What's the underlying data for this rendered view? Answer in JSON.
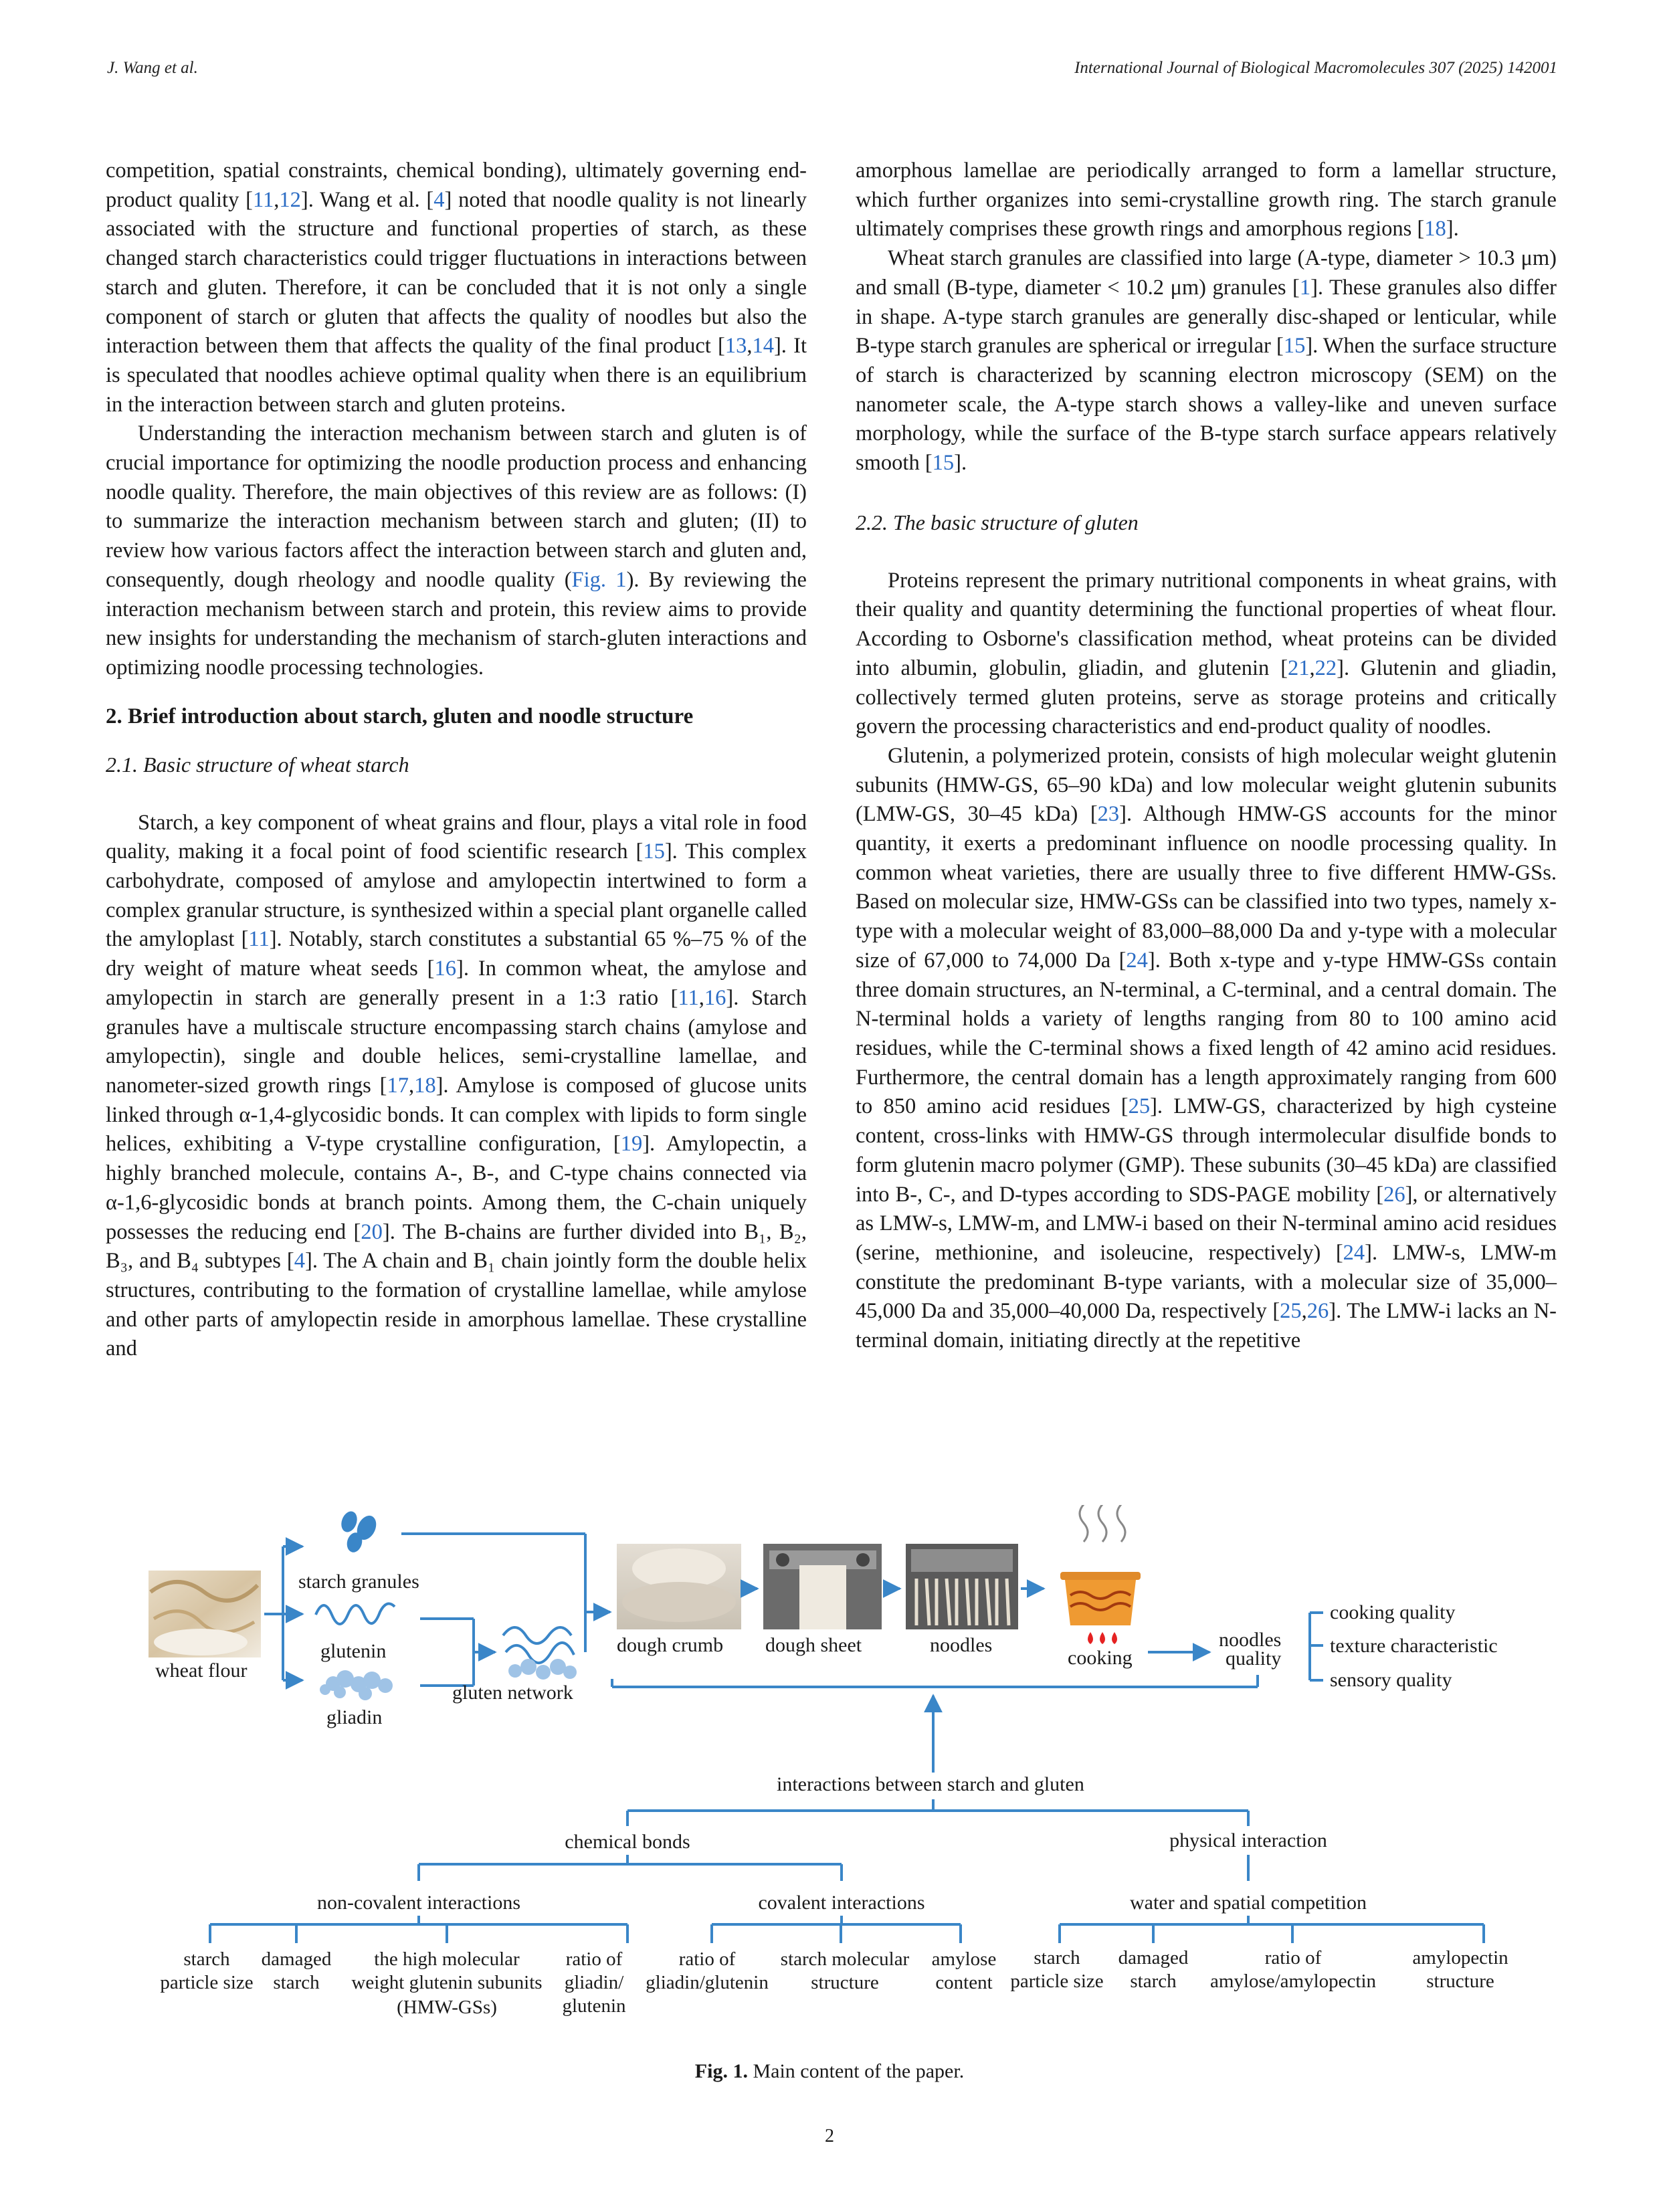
{
  "header": {
    "left": "J. Wang et al.",
    "right": "International Journal of Biological Macromolecules 307 (2025) 142001"
  },
  "left_column": {
    "p1": [
      {
        "t": "competition, spatial constraints, chemical bonding), ultimately governing end-product quality ["
      },
      {
        "r": "11"
      },
      {
        "t": ","
      },
      {
        "r": "12"
      },
      {
        "t": "]. Wang et al. ["
      },
      {
        "r": "4"
      },
      {
        "t": "] noted that noodle quality is not linearly associated with the structure and functional properties of starch, as these changed starch characteristics could trigger fluctuations in interactions between starch and gluten. Therefore, it can be concluded that it is not only a single component of starch or gluten that affects the quality of noodles but also the interaction between them that affects the quality of the final product ["
      },
      {
        "r": "13"
      },
      {
        "t": ","
      },
      {
        "r": "14"
      },
      {
        "t": "]. It is speculated that noodles achieve optimal quality when there is an equilibrium in the interaction between starch and gluten proteins."
      }
    ],
    "p2": [
      {
        "t": "Understanding the interaction mechanism between starch and gluten is of crucial importance for optimizing the noodle production process and enhancing noodle quality. Therefore, the main objectives of this review are as follows: (I) to summarize the interaction mechanism between starch and gluten; (II) to review how various factors affect the interaction between starch and gluten and, consequently, dough rheology and noodle quality ("
      },
      {
        "r": "Fig. 1"
      },
      {
        "t": "). By reviewing the interaction mechanism between starch and protein, this review aims to provide new insights for understanding the mechanism of starch-gluten interactions and optimizing noodle processing technologies."
      }
    ],
    "section2": "2.  Brief introduction about starch, gluten and noodle structure",
    "section21": "2.1.  Basic structure of wheat starch",
    "p3": [
      {
        "t": "Starch, a key component of wheat grains and flour, plays a vital role in food quality, making it a focal point of food scientific research ["
      },
      {
        "r": "15"
      },
      {
        "t": "]. This complex carbohydrate, composed of amylose and amylopectin intertwined to form a complex granular structure, is synthesized within a special plant organelle called the amyloplast ["
      },
      {
        "r": "11"
      },
      {
        "t": "]. Notably, starch constitutes a substantial 65 %–75 % of the dry weight of mature wheat seeds ["
      },
      {
        "r": "16"
      },
      {
        "t": "]. In common wheat, the amylose and amylopectin in starch are generally present in a 1:3 ratio ["
      },
      {
        "r": "11"
      },
      {
        "t": ","
      },
      {
        "r": "16"
      },
      {
        "t": "]. Starch granules have a multiscale structure encompassing starch chains (amylose and amylopectin), single and double helices, semi-crystalline lamellae, and nanometer-sized growth rings ["
      },
      {
        "r": "17"
      },
      {
        "t": ","
      },
      {
        "r": "18"
      },
      {
        "t": "]. Amylose is composed of glucose units linked through α-1,4-glycosidic bonds. It can complex with lipids to form single helices, exhibiting a V-type crystalline configuration, ["
      },
      {
        "r": "19"
      },
      {
        "t": "]. Amylopectin, a highly branched molecule, contains A-, B-, and C-type chains connected via α-1,6-glycosidic bonds at branch points. Among them, the C-chain uniquely possesses the reducing end ["
      },
      {
        "r": "20"
      },
      {
        "t": "]. The B-chains are further divided into B₁, B₂, B₃, and B₄ subtypes ["
      },
      {
        "r": "4"
      },
      {
        "t": "]. The A chain and B₁ chain jointly form the double helix structures, contributing to the formation of crystalline lamellae, while amylose and other parts of amylopectin reside in amorphous lamellae. These crystalline and"
      }
    ]
  },
  "right_column": {
    "p1": [
      {
        "t": "amorphous lamellae are periodically arranged to form a lamellar structure, which further organizes into semi-crystalline growth ring. The starch granule ultimately comprises these growth rings and amorphous regions ["
      },
      {
        "r": "18"
      },
      {
        "t": "]."
      }
    ],
    "p2": [
      {
        "t": "Wheat starch granules are classified into large (A-type, diameter > 10.3 μm) and small (B-type, diameter < 10.2 μm) granules ["
      },
      {
        "r": "1"
      },
      {
        "t": "]. These granules also differ in shape. A-type starch granules are generally disc-shaped or lenticular, while B-type starch granules are spherical or irregular ["
      },
      {
        "r": "15"
      },
      {
        "t": "]. When the surface structure of starch is characterized by scanning electron microscopy (SEM) on the nanometer scale, the A-type starch shows a valley-like and uneven surface morphology, while the surface of the B-type starch surface appears relatively smooth ["
      },
      {
        "r": "15"
      },
      {
        "t": "]."
      }
    ],
    "section22": "2.2.  The basic structure of gluten",
    "p3": [
      {
        "t": "Proteins represent the primary nutritional components in wheat grains, with their quality and quantity determining the functional properties of wheat flour. According to Osborne's classification method, wheat proteins can be divided into albumin, globulin, gliadin, and glutenin ["
      },
      {
        "r": "21"
      },
      {
        "t": ","
      },
      {
        "r": "22"
      },
      {
        "t": "]. Glutenin and gliadin, collectively termed gluten proteins, serve as storage proteins and critically govern the processing characteristics and end-product quality of noodles."
      }
    ],
    "p4": [
      {
        "t": "Glutenin, a polymerized protein, consists of high molecular weight glutenin subunits (HMW-GS, 65–90 kDa) and low molecular weight glutenin subunits (LMW-GS, 30–45 kDa) ["
      },
      {
        "r": "23"
      },
      {
        "t": "]. Although HMW-GS accounts for the minor quantity, it exerts a predominant influence on noodle processing quality. In common wheat varieties, there are usually three to five different HMW-GSs. Based on molecular size, HMW-GSs can be classified into two types, namely x-type with a molecular weight of 83,000–88,000 Da and y-type with a molecular size of 67,000 to 74,000 Da ["
      },
      {
        "r": "24"
      },
      {
        "t": "]. Both x-type and y-type HMW-GSs contain three domain structures, an N-terminal, a C-terminal, and a central domain. The N-terminal holds a variety of lengths ranging from 80 to 100 amino acid residues, while the C-terminal shows a fixed length of 42 amino acid residues. Furthermore, the central domain has a length approximately ranging from 600 to 850 amino acid residues ["
      },
      {
        "r": "25"
      },
      {
        "t": "]. LMW-GS, characterized by high cysteine content, cross-links with HMW-GS through intermolecular disulfide bonds to form glutenin macro polymer (GMP). These subunits (30–45 kDa) are classified into B-, C-, and D-types according to SDS-PAGE mobility ["
      },
      {
        "r": "26"
      },
      {
        "t": "], or alternatively as LMW-s, LMW-m, and LMW-i based on their N-terminal amino acid residues (serine, methionine, and isoleucine, respectively) ["
      },
      {
        "r": "24"
      },
      {
        "t": "]. LMW-s, LMW-m constitute the predominant B-type variants, with a molecular size of 35,000–45,000 Da and 35,000–40,000 Da, respectively ["
      },
      {
        "r": "25"
      },
      {
        "t": ","
      },
      {
        "r": "26"
      },
      {
        "t": "]. The LMW-i lacks an N-terminal domain, initiating directly at the repetitive"
      }
    ]
  },
  "figure": {
    "wheat_flour": "wheat flour",
    "starch_granules": "starch granules",
    "glutenin": "glutenin",
    "gliadin": "gliadin",
    "gluten_network": "gluten network",
    "dough_crumb": "dough crumb",
    "dough_sheet": "dough sheet",
    "noodles": "noodles",
    "cooking": "cooking",
    "noodles_quality_1": "noodles",
    "noodles_quality_2": "quality",
    "cooking_quality": "cooking quality",
    "texture_characteristic": "texture characteristic",
    "sensory_quality": "sensory quality",
    "interactions": "interactions between starch and gluten",
    "chemical_bonds": "chemical bonds",
    "physical_interaction": "physical interaction",
    "non_covalent": "non-covalent interactions",
    "covalent": "covalent interactions",
    "water_spatial": "water and spatial competition",
    "leaf1": [
      "starch",
      "particle size"
    ],
    "leaf2": [
      "damaged",
      "starch"
    ],
    "leaf3": [
      "the high molecular",
      "weight glutenin subunits",
      "(HMW-GSs)"
    ],
    "leaf4": [
      "ratio of",
      "gliadin/",
      "glutenin"
    ],
    "leaf5": [
      "ratio of",
      "gliadin/glutenin"
    ],
    "leaf6": [
      "starch molecular",
      "structure"
    ],
    "leaf7": [
      "amylose",
      "content"
    ],
    "leaf8": [
      "starch",
      "particle size"
    ],
    "leaf9": [
      "damaged",
      "starch"
    ],
    "leaf10": [
      "ratio of",
      "amylose/amylopectin"
    ],
    "leaf11": [
      "amylopectin",
      "structure"
    ]
  },
  "caption": {
    "label": "Fig. 1.",
    "text": "Main content of the paper."
  },
  "page_number": "2",
  "colors": {
    "link": "#2b6cc4",
    "arrow": "#3a86c8"
  }
}
